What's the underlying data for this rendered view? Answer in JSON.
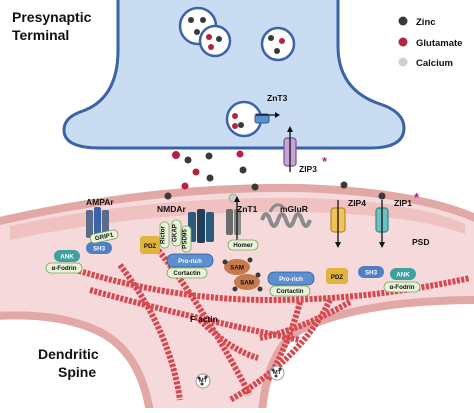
{
  "labels": {
    "presynaptic_line1": "Presynaptic",
    "presynaptic_line2": "Terminal",
    "dendritic_line1": "Dendritic",
    "dendritic_line2": "Spine",
    "psd": "PSD",
    "factin": "F-actin",
    "ampar": "AMPAr",
    "nmdar": "NMDAr",
    "znt1": "ZnT1",
    "mglur": "mGluR",
    "znt3": "ZnT3",
    "zip3": "ZIP3",
    "zip4": "ZIP4",
    "zip1": "ZIP1",
    "star": "*"
  },
  "legend": {
    "zinc": "Zinc",
    "glutamate": "Glutamate",
    "calcium": "Calcium"
  },
  "proteins": {
    "grip1": "GRIP1",
    "sh3": "SH3",
    "pdz": "PDZ",
    "ank": "ANK",
    "fodrin": "α-Fodrin",
    "rictor": "Rictor",
    "gkap": "GKAP",
    "psd95": "PSD95",
    "prorich": "Pro-rich",
    "cortactin": "Cortactin",
    "homer": "Homer",
    "sam": "SAM",
    "mt": "MT"
  },
  "colors": {
    "zinc": "#3a3a3a",
    "glutamate": "#b5223f",
    "calcium": "#cfcfcf",
    "presynaptic_fill": "#c9dcf2",
    "spine_fill": "#f5d9db",
    "actin": "#d7474e",
    "sh3": "#4f7fc4",
    "pdz": "#e0b43c",
    "ank": "#3fa0a4",
    "prorich": "#5c8fd0",
    "sam": "#c77a4e",
    "green_box": "#e7f4d9"
  }
}
